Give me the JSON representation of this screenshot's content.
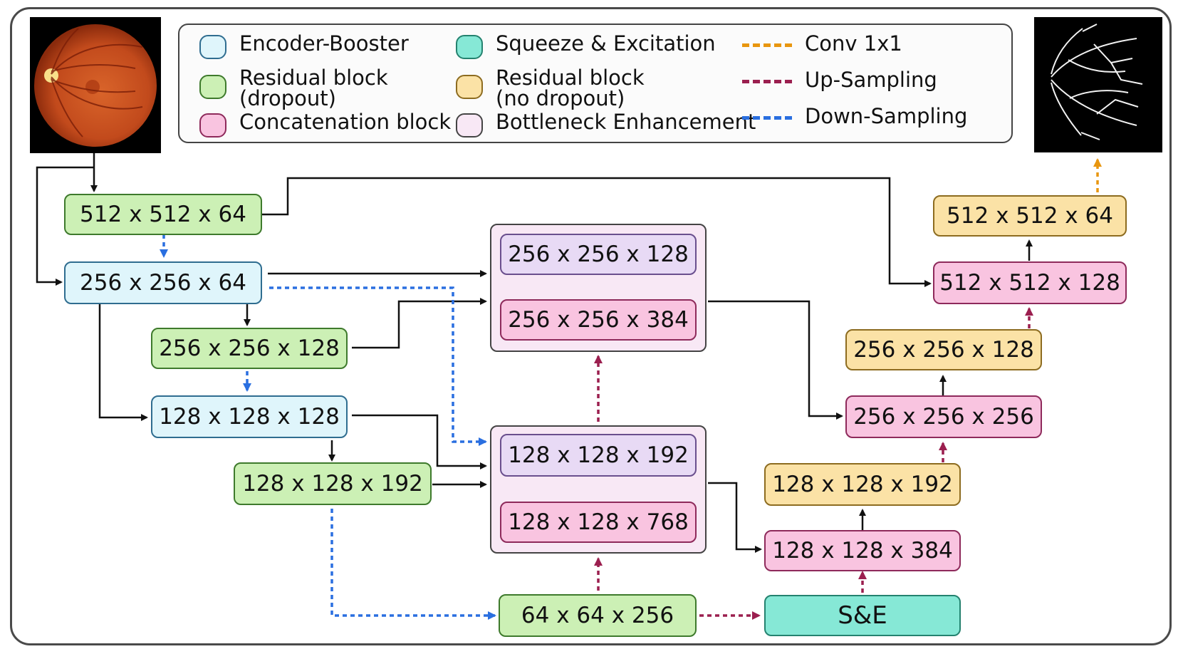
{
  "legend": {
    "encoder_booster": "Encoder-Booster",
    "residual_dropout": "Residual block\n(dropout)",
    "concatenation": "Concatenation block",
    "squeeze_excitation": "Squeeze & Excitation",
    "residual_no_dropout": "Residual block\n(no dropout)",
    "bottleneck": "Bottleneck Enhancement",
    "conv1x1": "Conv 1x1",
    "upsampling": "Up-Sampling",
    "downsampling": "Down-Sampling"
  },
  "colors": {
    "encoder": "#dff5fb",
    "residual_dropout": "#ccf0b5",
    "residual_no_dropout": "#fbe2a6",
    "concatenation": "#f9c4e0",
    "squeeze_excitation": "#86e8d6",
    "bottleneck": "#f8e8f5",
    "conv_line": "#e8960f",
    "up_line": "#9b1f4f",
    "down_line": "#2a6fe0",
    "arrow": "#111111"
  },
  "nodes": {
    "e1": "512 x 512 x 64",
    "e2": "256 x 256 x 64",
    "e3": "256 x 256 x 128",
    "e4": "128 x 128 x 128",
    "e5": "128 x 128 x 192",
    "b1_top": "256 x 256 x 128",
    "b1_bot": "256 x 256 x 384",
    "b2_top": "128 x 128 x 192",
    "b2_bot": "128 x 128 x 768",
    "bottom": "64 x 64 x 256",
    "se": "S&E",
    "d1": "128 x 128 x 384",
    "d2": "128 x 128 x 192",
    "d3": "256 x 256 x 256",
    "d4": "256 x 256 x 128",
    "d5": "512 x 512 x 128",
    "d6": "512 x 512 x 64"
  }
}
